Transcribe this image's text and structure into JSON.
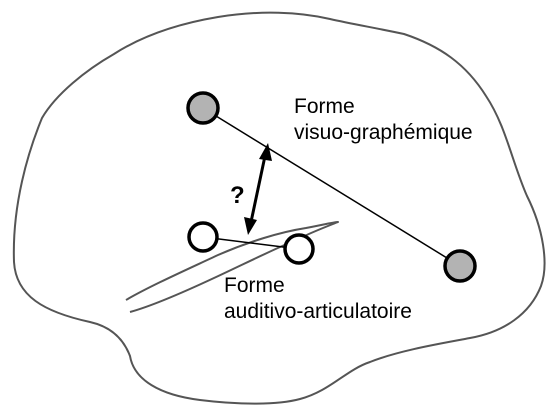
{
  "diagram": {
    "visuo_label_line1": "Forme",
    "visuo_label_line2": "visuo-graphémique",
    "auditivo_label_line1": "Forme",
    "auditivo_label_line2": "auditivo-articulatoire",
    "question_mark": "?",
    "colors": {
      "outline": "#555555",
      "line": "#000000",
      "node_filled": "#b3b3b3",
      "node_empty": "#ffffff"
    }
  }
}
